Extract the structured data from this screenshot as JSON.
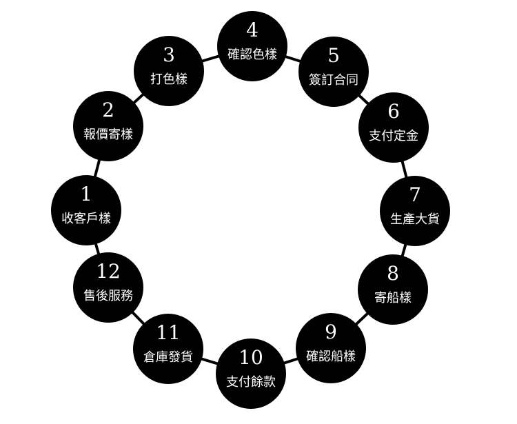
{
  "colors": {
    "circle_fill": "#000000",
    "text": "#ffffff",
    "connector": "#000000",
    "background": "#ffffff"
  },
  "steps": [
    {
      "number": "1",
      "label": "收客戶樣"
    },
    {
      "number": "2",
      "label": "報價寄樣"
    },
    {
      "number": "3",
      "label": "打色樣"
    },
    {
      "number": "4",
      "label": "確認色樣"
    },
    {
      "number": "5",
      "label": "簽訂合同"
    },
    {
      "number": "6",
      "label": "支付定金"
    },
    {
      "number": "7",
      "label": "生產大貨"
    },
    {
      "number": "8",
      "label": "寄船樣"
    },
    {
      "number": "9",
      "label": "確認船樣"
    },
    {
      "number": "10",
      "label": "支付餘款"
    },
    {
      "number": "11",
      "label": "倉庫發貨"
    },
    {
      "number": "12",
      "label": "售後服務"
    }
  ]
}
